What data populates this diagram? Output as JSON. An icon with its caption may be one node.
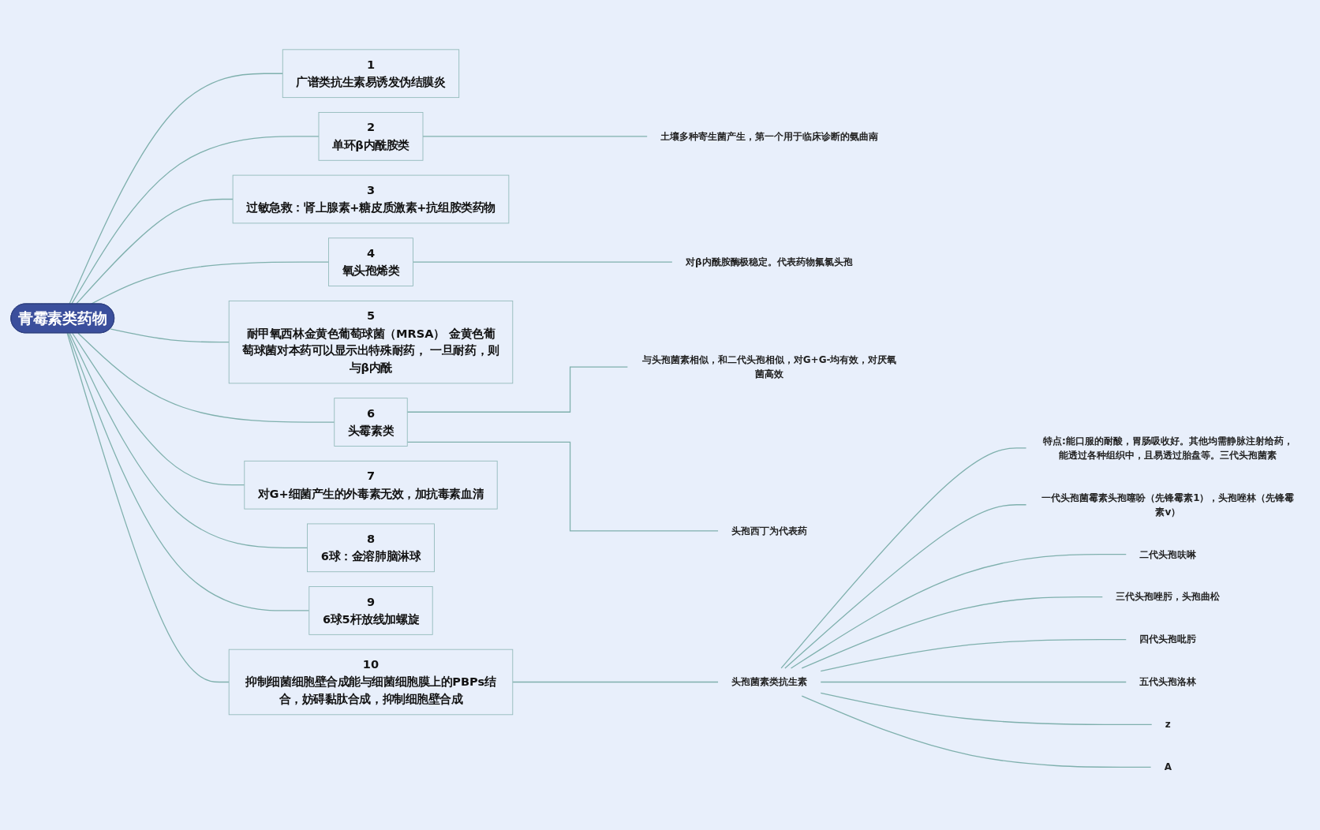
{
  "diagram": {
    "nodes": [
      {
        "text": [
          "青霉素类药物"
        ]
      },
      {
        "text": [
          "1",
          "广谱类抗生素易诱发伪结膜炎"
        ]
      },
      {
        "text": [
          "2",
          "单环β内酰胺类"
        ]
      },
      {
        "text": [
          "土壤多种寄生菌产生，第一个用于临床诊断的氨曲南"
        ]
      },
      {
        "text": [
          "3",
          "过敏急救：肾上腺素+糖皮质激素+抗组胺类药物"
        ]
      },
      {
        "text": [
          "4",
          "氧头孢烯类"
        ]
      },
      {
        "text": [
          "对β内酰胺酶极稳定。代表药物氟氯头孢"
        ]
      },
      {
        "text": [
          "5",
          "耐甲氧西林金黄色葡萄球菌（MRSA） 金黄色葡萄球菌对本药可以显示出特殊耐药， 一旦耐药，则与β内酰"
        ]
      },
      {
        "text": [
          "6",
          "头霉素类"
        ]
      },
      {
        "text": [
          "与头孢菌素相似，和二代头孢相似，对G+G-均有效，对厌氧菌高效"
        ]
      },
      {
        "text": [
          "头孢西丁为代表药"
        ]
      },
      {
        "text": [
          "7",
          "对G+细菌产生的外毒素无效，加抗毒素血清"
        ]
      },
      {
        "text": [
          "8",
          "6球：金溶肺脑淋球"
        ]
      },
      {
        "text": [
          "9",
          "6球5杆放线加螺旋"
        ]
      },
      {
        "text": [
          "10",
          "抑制细菌细胞壁合成能与细菌细胞膜上的PBPs结合，妨碍黏肽合成，抑制细胞壁合成"
        ]
      },
      {
        "text": [
          "头孢菌素类抗生素"
        ]
      },
      {
        "text": [
          "特点:能口服的耐酸，胃肠吸收好。其他均需静脉注射给药，能透过各种组织中，且易透过胎盘等。三代头孢菌素"
        ]
      },
      {
        "text": [
          "一代头孢菌霉素头孢噻吩（先锋霉素1），头孢唑林（先锋霉素v）"
        ]
      },
      {
        "text": [
          "二代头孢呋啉"
        ]
      },
      {
        "text": [
          "三代头孢唑肟，头孢曲松"
        ]
      },
      {
        "text": [
          "四代头孢吡肟"
        ]
      },
      {
        "text": [
          "五代头孢洛林"
        ]
      },
      {
        "text": [
          "z"
        ]
      },
      {
        "text": [
          "A"
        ]
      }
    ],
    "edges": [
      {
        "from": 0,
        "to": 1,
        "arrow": "none"
      },
      {
        "from": 0,
        "to": 2,
        "arrow": "none"
      },
      {
        "from": 2,
        "to": 3,
        "arrow": "none"
      },
      {
        "from": 0,
        "to": 4,
        "arrow": "none"
      },
      {
        "from": 0,
        "to": 5,
        "arrow": "none"
      },
      {
        "from": 5,
        "to": 6,
        "arrow": "none"
      },
      {
        "from": 0,
        "to": 7,
        "arrow": "none"
      },
      {
        "from": 0,
        "to": 8,
        "arrow": "none"
      },
      {
        "from": 8,
        "to": 9,
        "arrow": "none"
      },
      {
        "from": 8,
        "to": 10,
        "arrow": "none"
      },
      {
        "from": 0,
        "to": 11,
        "arrow": "none"
      },
      {
        "from": 0,
        "to": 12,
        "arrow": "none"
      },
      {
        "from": 0,
        "to": 13,
        "arrow": "none"
      },
      {
        "from": 0,
        "to": 14,
        "arrow": "none"
      },
      {
        "from": 14,
        "to": 15,
        "arrow": "none"
      },
      {
        "from": 15,
        "to": 16,
        "arrow": "none"
      },
      {
        "from": 15,
        "to": 17,
        "arrow": "none"
      },
      {
        "from": 15,
        "to": 18,
        "arrow": "none"
      },
      {
        "from": 15,
        "to": 19,
        "arrow": "none"
      },
      {
        "from": 15,
        "to": 20,
        "arrow": "none"
      },
      {
        "from": 15,
        "to": 21,
        "arrow": "none"
      },
      {
        "from": 15,
        "to": 22,
        "arrow": "none"
      },
      {
        "from": 15,
        "to": 23,
        "arrow": "none"
      }
    ]
  }
}
